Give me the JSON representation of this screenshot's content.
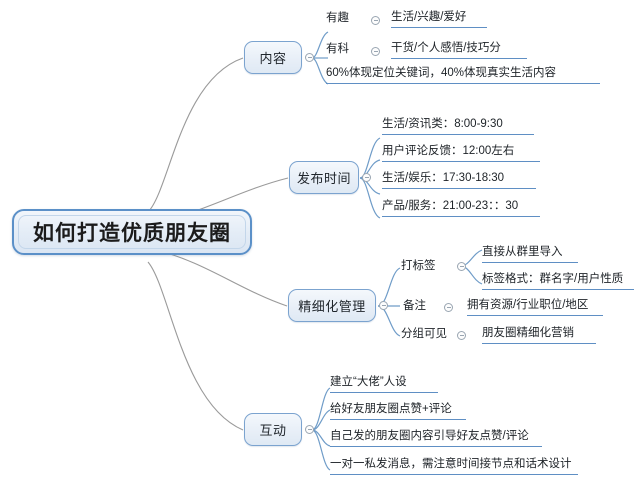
{
  "title": "如何打造优质朋友圈",
  "colors": {
    "node_border": "#7ba3cf",
    "center_border": "#5b90c8",
    "underline": "#5f8fc4",
    "wire": "#9a9a9a",
    "background": "#ffffff"
  },
  "center": {
    "label": "如何打造优质朋友圈"
  },
  "branches": [
    {
      "label": "内容",
      "children": [
        {
          "label": "有趣",
          "toggle": "collapse-toggle-icon",
          "value": "生活/兴趣/爱好"
        },
        {
          "label": "有科",
          "toggle": "collapse-toggle-icon",
          "value": "干货/个人感悟/技巧分"
        },
        {
          "value": "60%体现定位关键词，40%体现真实生活内容"
        }
      ]
    },
    {
      "label": "发布时间",
      "children": [
        {
          "value": "生活/资讯类：8:00-9:30"
        },
        {
          "value": "用户评论反馈：12:00左右"
        },
        {
          "value": "生活/娱乐：17:30-18:30"
        },
        {
          "value": "产品/服务：21:00-23：：30"
        }
      ]
    },
    {
      "label": "精细化管理",
      "children": [
        {
          "label": "打标签",
          "toggle": "collapse-toggle-icon",
          "grandchildren": [
            {
              "value": "直接从群里导入"
            },
            {
              "value": "标签格式：群名字/用户性质"
            }
          ]
        },
        {
          "label": "备注",
          "toggle": "collapse-toggle-icon",
          "value": "拥有资源/行业职位/地区"
        },
        {
          "label": "分组可见",
          "toggle": "collapse-toggle-icon",
          "value": "朋友圈精细化营销"
        }
      ]
    },
    {
      "label": "互动",
      "children": [
        {
          "value": "建立“大佬”人设"
        },
        {
          "value": "给好友朋友圈点赞+评论"
        },
        {
          "value": "自己发的朋友圈内容引导好友点赞/评论"
        },
        {
          "value": "一对一私发消息，需注意时间接节点和话术设计"
        }
      ]
    }
  ]
}
